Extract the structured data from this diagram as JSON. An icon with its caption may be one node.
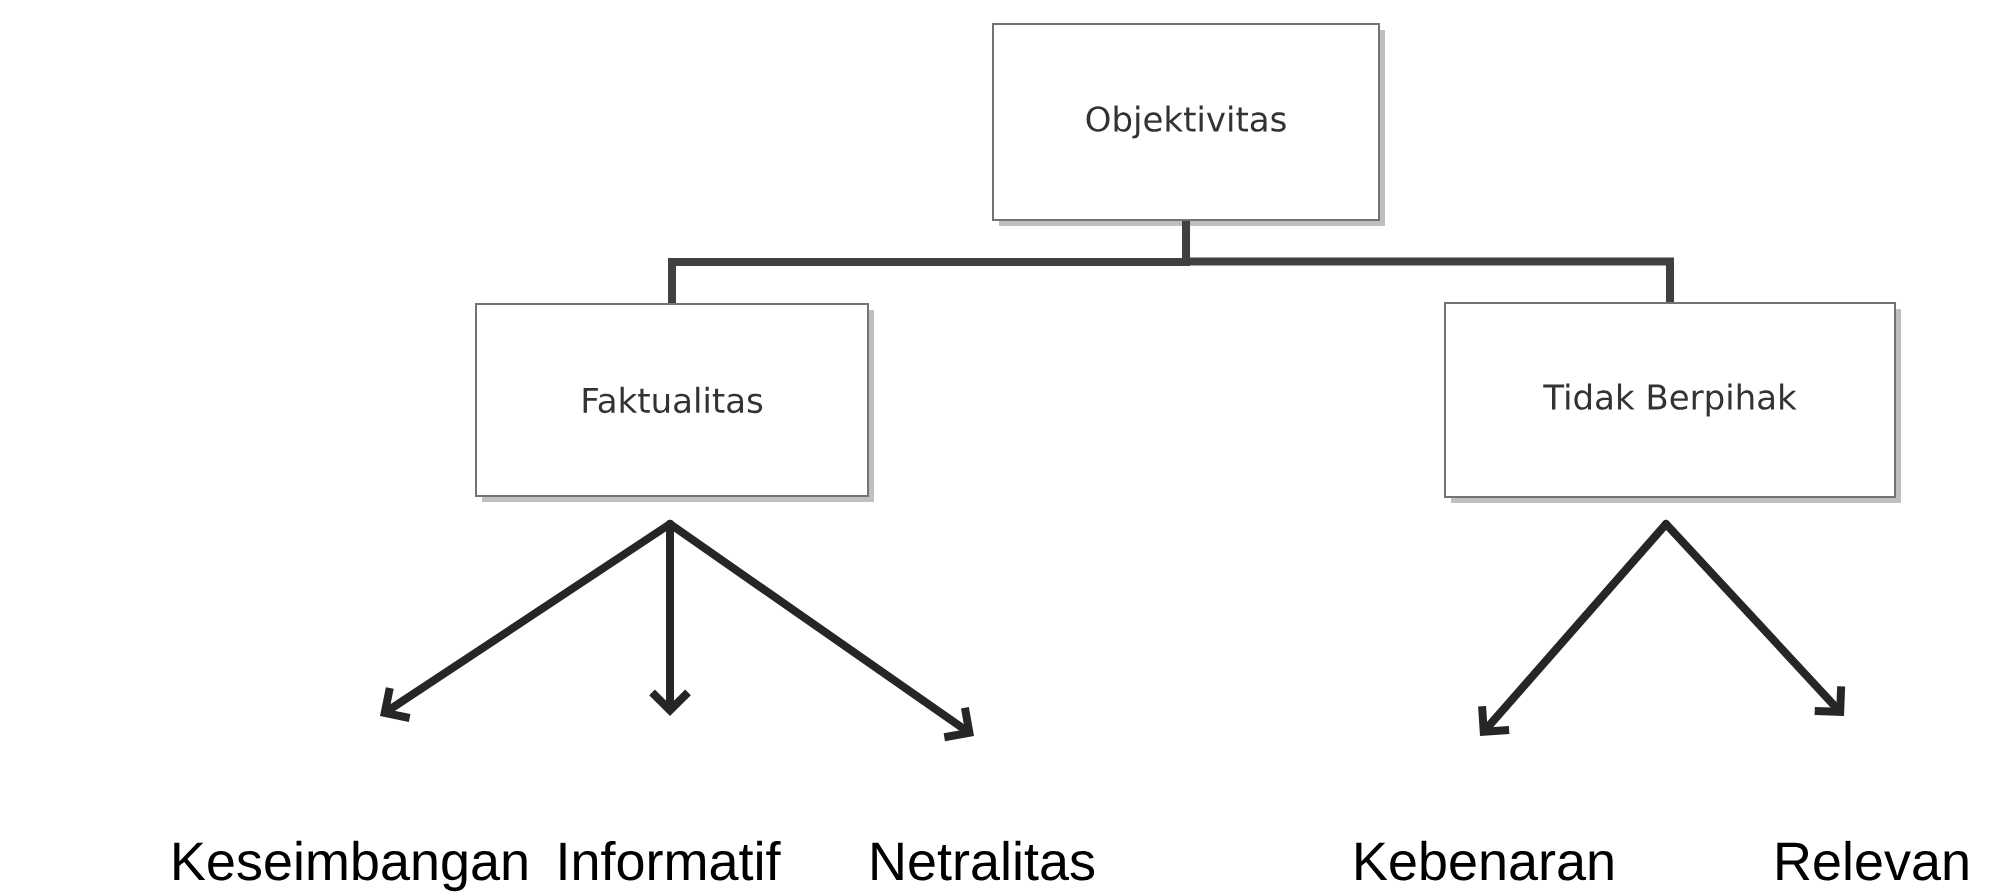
{
  "diagram": {
    "nodes": [
      {
        "text": [
          "Objektivitas"
        ]
      },
      {
        "text": [
          "Faktualitas"
        ]
      },
      {
        "text": [
          "Tidak Berpihak"
        ]
      },
      {
        "text": [
          "Keseimbangan"
        ]
      },
      {
        "text": [
          "Informatif"
        ]
      },
      {
        "text": [
          "Netralitas"
        ]
      },
      {
        "text": [
          "Kebenaran"
        ]
      },
      {
        "text": [
          "Relevan"
        ]
      }
    ],
    "edges": [
      {
        "from": 0,
        "to": 1,
        "arrow": "none"
      },
      {
        "from": 0,
        "to": 2,
        "arrow": "none"
      },
      {
        "from": 1,
        "to": 3,
        "arrow": "to"
      },
      {
        "from": 1,
        "to": 4,
        "arrow": "to"
      },
      {
        "from": 1,
        "to": 5,
        "arrow": "to"
      },
      {
        "from": 2,
        "to": 6,
        "arrow": "to"
      },
      {
        "from": 2,
        "to": 7,
        "arrow": "to"
      }
    ]
  }
}
